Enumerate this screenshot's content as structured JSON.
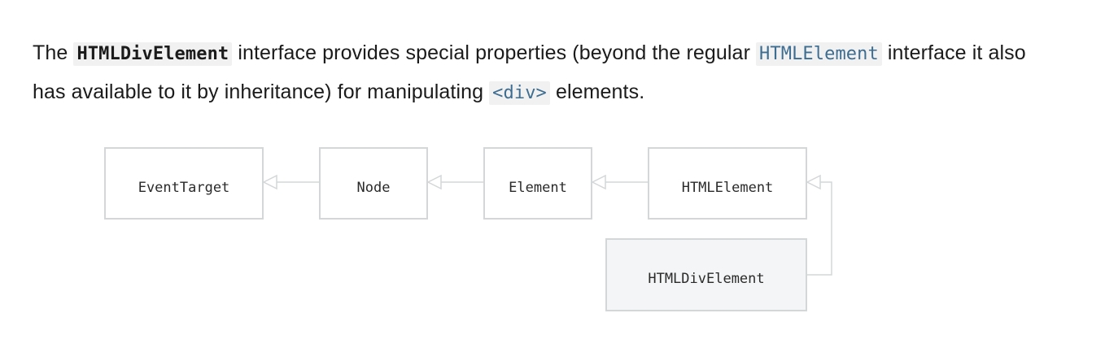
{
  "intro": {
    "part1": "The ",
    "interface_name": "HTMLDivElement",
    "part2": " interface provides special properties (beyond the regular ",
    "parent_link": "HTMLElement",
    "part3": " interface it also has available to it by inheritance) for manipulating ",
    "element_link": "<div>",
    "part4": " elements."
  },
  "diagram": {
    "nodes": {
      "event_target": "EventTarget",
      "node": "Node",
      "element": "Element",
      "html_element": "HTMLElement",
      "html_div_element": "HTMLDivElement"
    }
  },
  "colors": {
    "box_border": "#d4d7d8",
    "current_box_fill": "#f4f5f6",
    "link_code": "#3d6d91",
    "code_bg": "#f2f1f1"
  }
}
